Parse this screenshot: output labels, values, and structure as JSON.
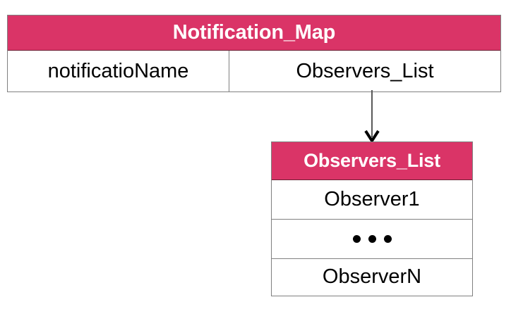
{
  "diagram": {
    "title": "Notification_Map structure diagram",
    "background_color": "#ffffff",
    "accent_color": "#da3467",
    "border_color": "#808080",
    "text_color": "#000000",
    "header_text_color": "#ffffff"
  },
  "tables": {
    "notification_map": {
      "header": "Notification_Map",
      "columns": [
        "notificatioName",
        "Observers_List"
      ]
    },
    "observers_list": {
      "header": "Observers_List",
      "rows": [
        "Observer1",
        "•••",
        "ObserverN"
      ],
      "row_labels": {
        "first": "Observer1",
        "ellipsis": "•••",
        "last": "ObserverN"
      }
    }
  },
  "connector": {
    "label": "",
    "from": "Observers_List column",
    "to": "Observers_List table",
    "style": "straight-down-arrow"
  }
}
